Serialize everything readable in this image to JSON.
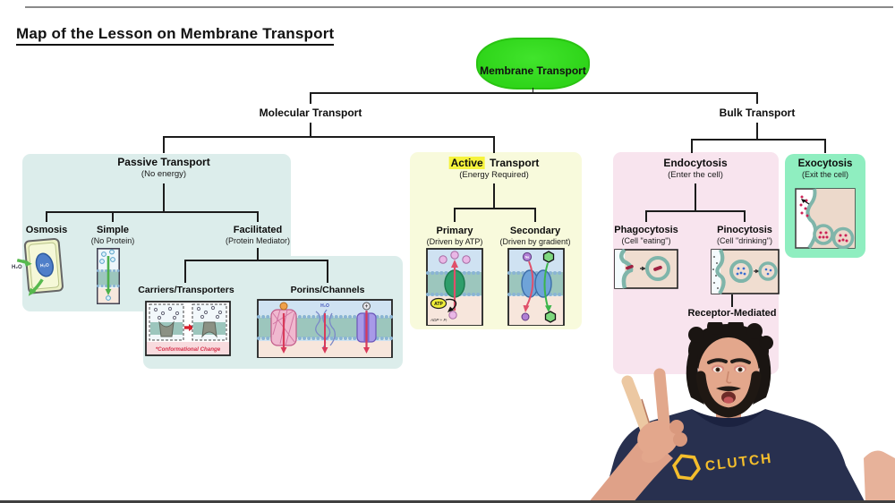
{
  "header": {
    "title": "Map of the Lesson on Membrane Transport"
  },
  "map": {
    "root": {
      "label": "Membrane Transport"
    },
    "molecular": {
      "label": "Molecular Transport"
    },
    "bulk": {
      "label": "Bulk Transport"
    },
    "passive": {
      "title": "Passive Transport",
      "subtitle": "(No energy)",
      "osmosis": {
        "label": "Osmosis",
        "h2o": "H₂O"
      },
      "simple": {
        "label": "Simple",
        "subtitle": "(No Protein)"
      },
      "facilitated": {
        "label": "Facilitated",
        "subtitle": "(Protein Mediator)"
      },
      "carriers": {
        "label": "Carriers/Transporters",
        "caption": "*Conformational Change"
      },
      "porins": {
        "label": "Porins/Channels",
        "h2o": "H₂O",
        "ion": "+"
      }
    },
    "active": {
      "highlight": "Active",
      "title_rest": "Transport",
      "subtitle": "(Energy Required)",
      "primary": {
        "label": "Primary",
        "subtitle": "(Driven by ATP)",
        "atp": "ATP",
        "adp": "ADP + Pᵢ"
      },
      "secondary": {
        "label": "Secondary",
        "subtitle": "(Driven by gradient)",
        "na": "Na"
      }
    },
    "endocytosis": {
      "title": "Endocytosis",
      "subtitle": "(Enter the cell)",
      "phagocytosis": {
        "label": "Phagocytosis",
        "subtitle": "(Cell \"eating\")"
      },
      "pinocytosis": {
        "label": "Pinocytosis",
        "subtitle": "(Cell \"drinking\")"
      },
      "receptor": {
        "label": "Receptor-Mediated"
      }
    },
    "exocytosis": {
      "title": "Exocytosis",
      "subtitle": "(Exit the cell)"
    }
  },
  "presenter": {
    "brand": "CLUTCH"
  },
  "colors": {
    "node_green": "#35d81e",
    "passive_bg": "#dcedeb",
    "active_bg": "#f8fadc",
    "endocytosis_bg": "#f8e4ee",
    "exocytosis_bg": "#8feec0",
    "highlight_yellow": "#f6f33c"
  }
}
